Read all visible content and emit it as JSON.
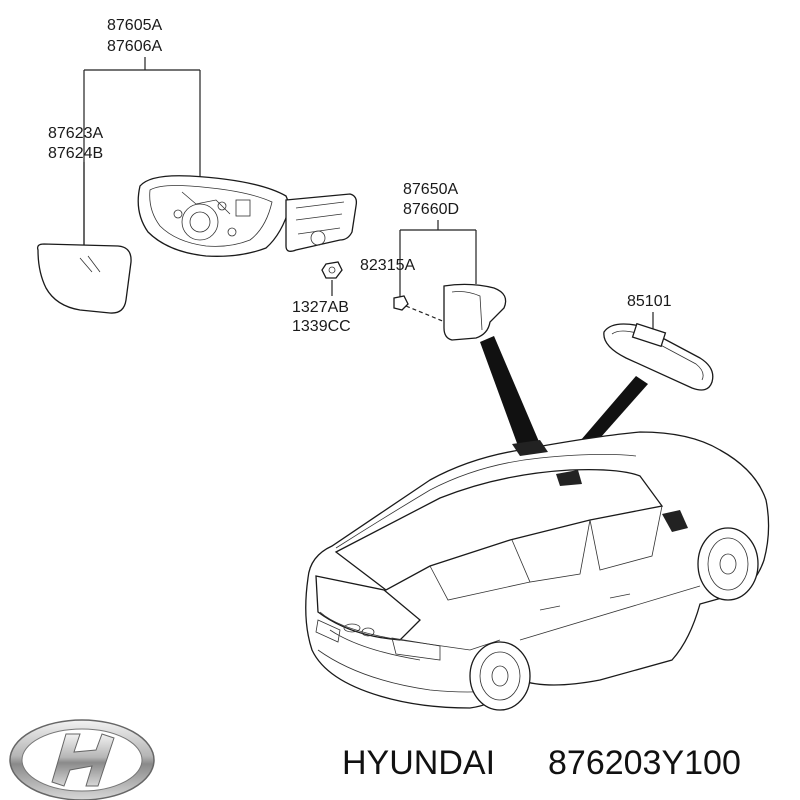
{
  "labels": {
    "cover_a": "87605A",
    "cover_b": "87606A",
    "glass_a": "87623A",
    "glass_b": "87624B",
    "inside_a": "87650A",
    "inside_b": "87660D",
    "screw": "82315A",
    "nut_a": "1327AB",
    "nut_b": "1339CC",
    "rearview": "85101"
  },
  "caption": {
    "brand": "HYUNDAI",
    "part_number": "876203Y100"
  },
  "icons": {
    "logo": "hyundai-logo-icon"
  }
}
